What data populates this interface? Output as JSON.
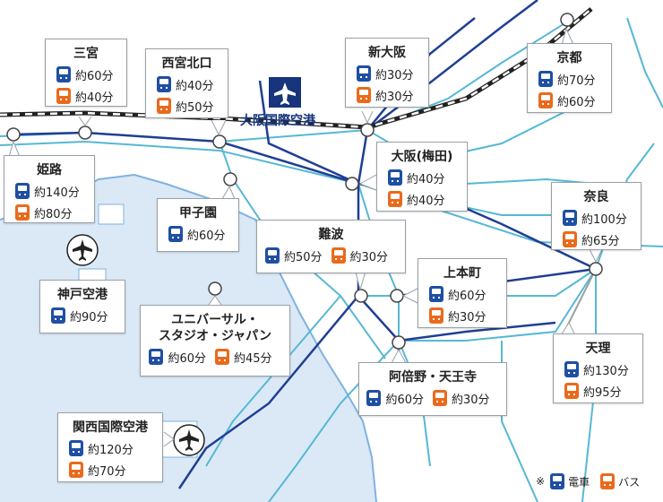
{
  "colors": {
    "sea": "#3b82c4",
    "sea_light": "#dbe9f6",
    "rail_main": "#1f3f94",
    "rail": "#56b8d4",
    "train": "#1f4fa3",
    "bus": "#ea6a1c",
    "shinkansen": "#222222"
  },
  "airport_label": "大阪国際空港",
  "icons": {
    "train": "train-icon",
    "bus": "bus-icon",
    "airplane": "airplane-icon"
  },
  "stations": [
    {
      "id": "sannomiya",
      "name": "三宮",
      "train": "約60分",
      "bus": "約40分"
    },
    {
      "id": "nishinomiya",
      "name": "西宮北口",
      "train": "約40分",
      "bus": "約50分"
    },
    {
      "id": "shinosaka",
      "name": "新大阪",
      "train": "約30分",
      "bus": "約30分"
    },
    {
      "id": "kyoto",
      "name": "京都",
      "train": "約70分",
      "bus": "約60分"
    },
    {
      "id": "himeji",
      "name": "姫路",
      "train": "約140分",
      "bus": "約80分"
    },
    {
      "id": "umeda",
      "name": "大阪(梅田)",
      "train": "約40分",
      "bus": "約40分"
    },
    {
      "id": "koshien",
      "name": "甲子園",
      "train": "約60分"
    },
    {
      "id": "namba",
      "name": "難波",
      "train": "約50分",
      "bus": "約30分"
    },
    {
      "id": "nara",
      "name": "奈良",
      "train": "約100分",
      "bus": "約65分"
    },
    {
      "id": "kobe_airport",
      "name": "神戸空港",
      "train": "約90分"
    },
    {
      "id": "uehommachi",
      "name": "上本町",
      "train": "約60分",
      "bus": "約30分"
    },
    {
      "id": "usj",
      "name": "ユニバーサル・\nスタジオ・ジャパン",
      "train": "約60分",
      "bus": "約45分"
    },
    {
      "id": "tenri",
      "name": "天理",
      "train": "約130分",
      "bus": "約95分"
    },
    {
      "id": "abeno",
      "name": "阿倍野・天王寺",
      "train": "約60分",
      "bus": "約30分"
    },
    {
      "id": "kansai_airport",
      "name": "関西国際空港",
      "train": "約120分",
      "bus": "約70分"
    }
  ],
  "legend": {
    "note": "※",
    "train": "電車",
    "bus": "バス"
  }
}
